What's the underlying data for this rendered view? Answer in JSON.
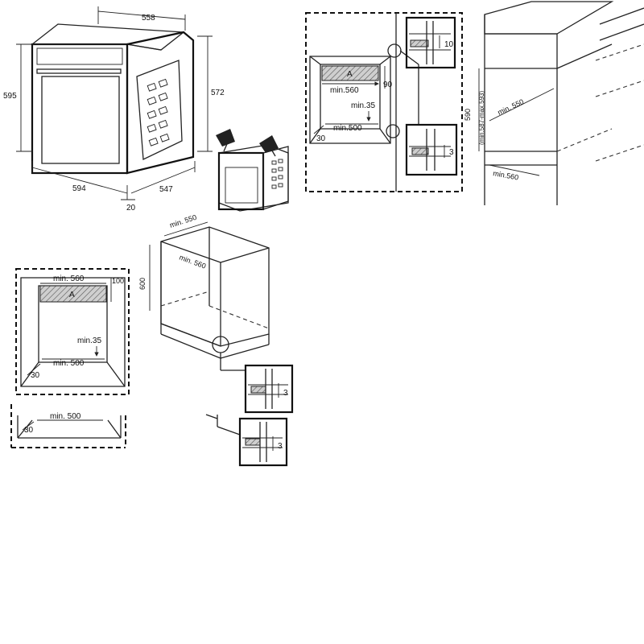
{
  "oven_dimensions": {
    "depth_top": "558",
    "height_front": "595",
    "height_side": "572",
    "width_front": "594",
    "depth_side": "547",
    "door_thickness": "20"
  },
  "cabinet_column": {
    "min_width": "min.560",
    "top_gap": "90",
    "hatch_label": "A",
    "vent_gap": "min.35",
    "min_depth_opening": "min.500",
    "plinth": "30",
    "detail_top_gap": "10",
    "detail_bottom_gap": "3"
  },
  "tall_cabinet": {
    "height": "590",
    "height_range": "(min.587-max.593)",
    "min_depth": "min. 550",
    "min_width": "min.560"
  },
  "undercounter": {
    "min_depth": "min. 550",
    "min_width": "min. 560",
    "height": "600",
    "detail_gap_1": "3",
    "detail_gap_2": "3"
  },
  "undercounter_plan": {
    "min_width": "min. 560",
    "top_gap": "100",
    "hatch_label": "A",
    "vent_gap": "min.35",
    "min_depth_opening": "min. 500",
    "plinth": "30",
    "lower_min_depth_opening": "min. 500",
    "lower_plinth": "30"
  }
}
